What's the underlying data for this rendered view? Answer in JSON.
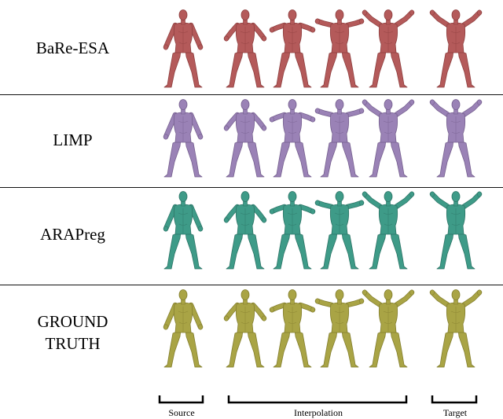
{
  "rows": [
    {
      "label_lines": [
        "BaRe-ESA"
      ],
      "color": "#b45a5a",
      "shade": "#8e3f3f"
    },
    {
      "label_lines": [
        "LIMP"
      ],
      "color": "#9a82b6",
      "shade": "#76608f"
    },
    {
      "label_lines": [
        "ARAPreg"
      ],
      "color": "#3e9b88",
      "shade": "#2d7567"
    },
    {
      "label_lines": [
        "GROUND",
        "TRUTH"
      ],
      "color": "#a9a445",
      "shade": "#847f2f"
    }
  ],
  "captions": {
    "source": "Source",
    "interpolation": "Interpolation",
    "target": "Target"
  },
  "poses": {
    "source": 0.0,
    "interpolation": [
      0.25,
      0.5,
      0.75,
      1.0
    ],
    "target": 1.0
  }
}
